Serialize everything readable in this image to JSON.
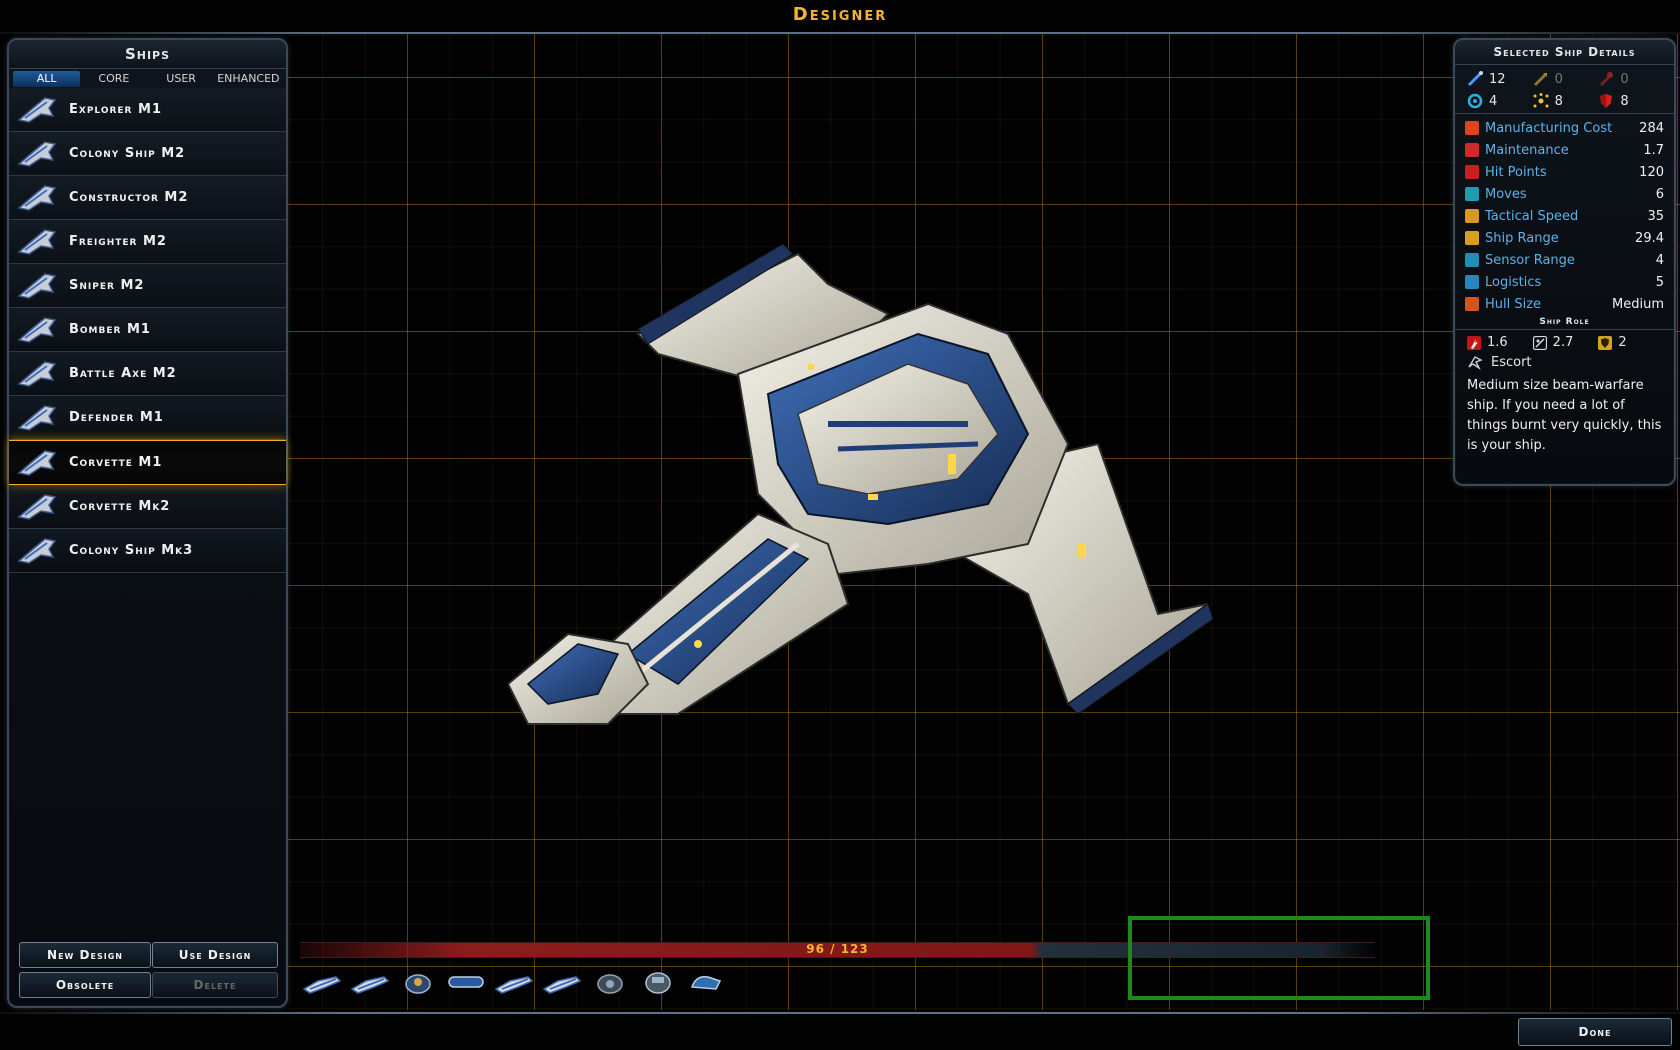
{
  "window": {
    "title": "Designer"
  },
  "ships_panel": {
    "title": "Ships",
    "filters": [
      "ALL",
      "CORE",
      "USER",
      "ENHANCED"
    ],
    "active_filter": "ALL",
    "ships": [
      {
        "name": "Explorer M1"
      },
      {
        "name": "Colony Ship M2"
      },
      {
        "name": "Constructor M2"
      },
      {
        "name": "Freighter M2"
      },
      {
        "name": "Sniper M2"
      },
      {
        "name": "Bomber M1"
      },
      {
        "name": "Battle Axe M2"
      },
      {
        "name": "Defender M1"
      },
      {
        "name": "Corvette M1",
        "selected": true
      },
      {
        "name": "Corvette Mk2"
      },
      {
        "name": "Colony Ship Mk3"
      }
    ],
    "buttons": {
      "new_design": "New Design",
      "use_design": "Use Design",
      "obsolete": "Obsolete",
      "delete": "Delete"
    }
  },
  "details": {
    "title": "Selected Ship Details",
    "weapons": {
      "beam": "12",
      "missile": "0",
      "kinetic": "0"
    },
    "defenses": {
      "shields": "4",
      "point_defense": "8",
      "armor": "8"
    },
    "stats": [
      {
        "label": "Manufacturing Cost",
        "value": "284",
        "color": "#e0451f"
      },
      {
        "label": "Maintenance",
        "value": "1.7",
        "color": "#d02a2a"
      },
      {
        "label": "Hit Points",
        "value": "120",
        "color": "#c81e1e"
      },
      {
        "label": "Moves",
        "value": "6",
        "color": "#1f9db0"
      },
      {
        "label": "Tactical Speed",
        "value": "35",
        "color": "#d89a20"
      },
      {
        "label": "Ship Range",
        "value": "29.4",
        "color": "#d8a020"
      },
      {
        "label": "Sensor Range",
        "value": "4",
        "color": "#1f8fb8"
      },
      {
        "label": "Logistics",
        "value": "5",
        "color": "#2a86c0"
      },
      {
        "label": "Hull Size",
        "value": "Medium",
        "color": "#d0561a"
      }
    ],
    "role_title": "Ship Role",
    "role_stats": {
      "attack": "1.6",
      "support": "2.7",
      "defense": "2"
    },
    "role": "Escort",
    "description": "Medium size beam-warfare ship. If you need a lot of things burnt very quickly, this is your ship."
  },
  "capacity": {
    "text": "96 / 123",
    "used": 96,
    "total": 123
  },
  "modules": [
    {
      "icon": "beam-weapon-icon"
    },
    {
      "icon": "beam-weapon-icon"
    },
    {
      "icon": "shield-module-icon"
    },
    {
      "icon": "engine-module-icon"
    },
    {
      "icon": "beam-weapon-icon"
    },
    {
      "icon": "beam-weapon-icon"
    },
    {
      "icon": "armor-module-icon"
    },
    {
      "icon": "point-defense-module-icon"
    },
    {
      "icon": "life-support-module-icon"
    }
  ],
  "done_button": "Done",
  "colors": {
    "accent": "#f2b431",
    "link_blue": "#5fb1e8",
    "highlight": "#1e8a1e"
  }
}
